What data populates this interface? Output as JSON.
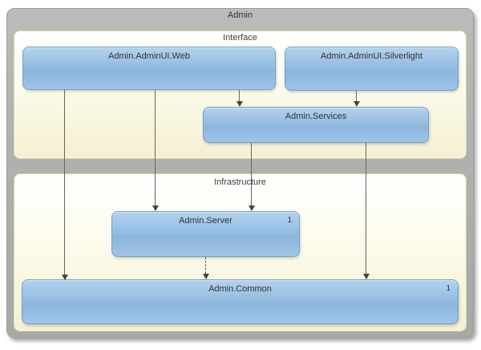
{
  "diagram": {
    "title": "Admin",
    "layers": [
      {
        "label": "Interface"
      },
      {
        "label": "Infrastructure"
      }
    ],
    "nodes": {
      "web": {
        "label": "Admin.AdminUI.Web"
      },
      "silverlight": {
        "label": "Admin.AdminUI.Silverlight"
      },
      "services": {
        "label": "Admin.Services"
      },
      "server": {
        "label": "Admin.Server",
        "badge": "1"
      },
      "common": {
        "label": "Admin.Common",
        "badge": "1"
      }
    },
    "edges": [
      {
        "from": "Admin.AdminUI.Web",
        "to": "Admin.Common",
        "style": "solid"
      },
      {
        "from": "Admin.AdminUI.Web",
        "to": "Admin.Server",
        "style": "solid"
      },
      {
        "from": "Admin.AdminUI.Web",
        "to": "Admin.Services",
        "style": "solid"
      },
      {
        "from": "Admin.AdminUI.Silverlight",
        "to": "Admin.Services",
        "style": "solid"
      },
      {
        "from": "Admin.Services",
        "to": "Admin.Server",
        "style": "solid"
      },
      {
        "from": "Admin.Services",
        "to": "Admin.Common",
        "style": "solid"
      },
      {
        "from": "Admin.Server",
        "to": "Admin.Common",
        "style": "dashed"
      }
    ],
    "colors": {
      "container_fill": "#b3b2b1",
      "layer_fill_bottom": "#f4f0d0",
      "node_fill": "#9cc2e6",
      "node_border": "#6f9fc9",
      "edge": "#5f5f5f",
      "label_text": "#333333"
    }
  }
}
